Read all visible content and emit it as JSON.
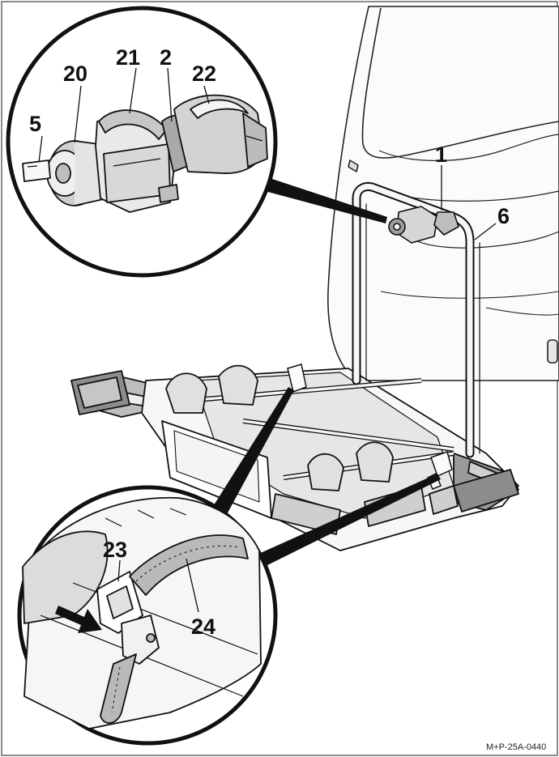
{
  "figure": {
    "reference_code": "M+P-25A-0440",
    "callouts": {
      "c1": "1",
      "c2": "2",
      "c5": "5",
      "c6": "6",
      "c20": "20",
      "c21": "21",
      "c22": "22",
      "c23": "23",
      "c24": "24"
    },
    "colors": {
      "line": "#111111",
      "fill_light": "#f2f2f2",
      "fill_mid": "#d9d9d9",
      "fill_dark": "#a8a8a8",
      "background": "#ffffff"
    }
  }
}
